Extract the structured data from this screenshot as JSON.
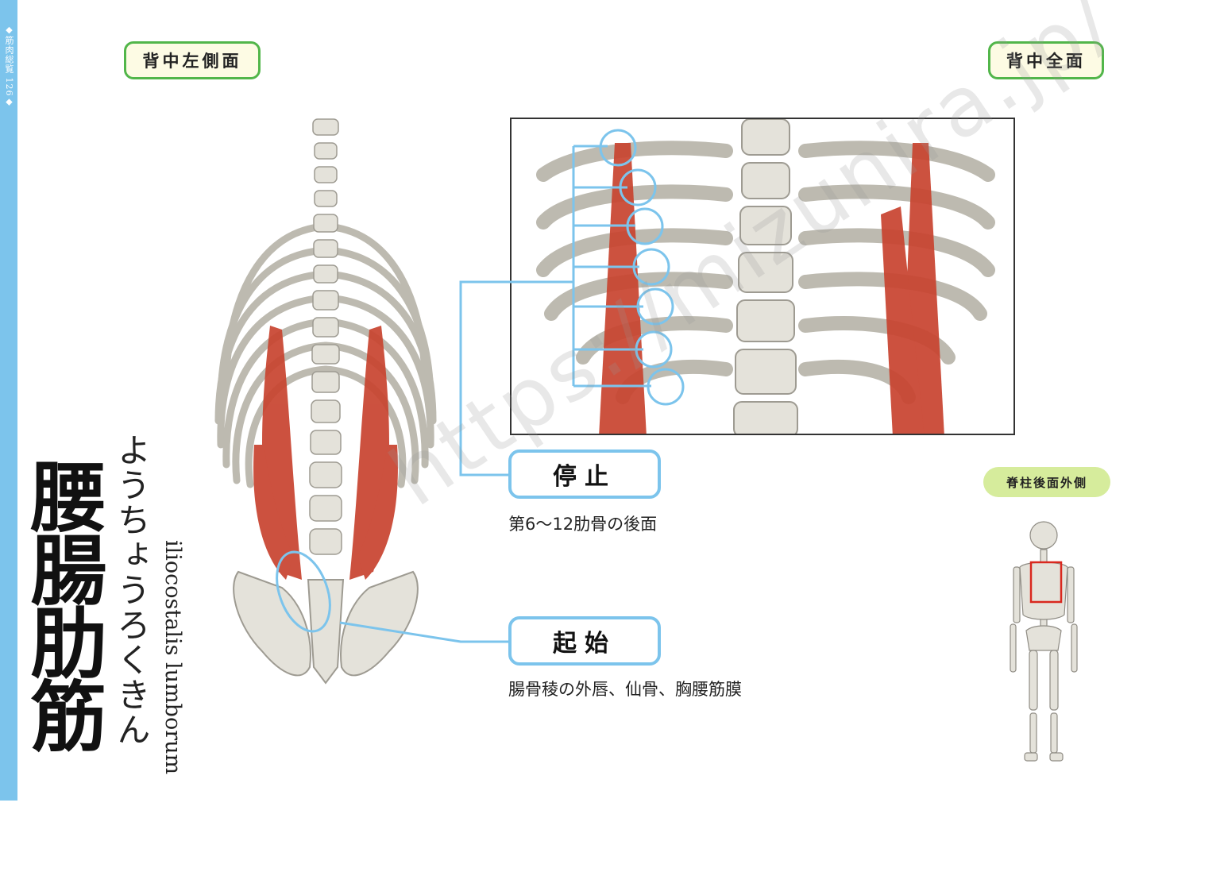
{
  "page": {
    "side_tab": "◆筋肉総覧 126◆",
    "watermark": "https://mizunira.jp/"
  },
  "views": {
    "left_label": "背中左側面",
    "right_label": "背中全面"
  },
  "muscle": {
    "name_jp": "腰腸肋筋",
    "reading": "ようちょうろくきん",
    "name_latin": "iliocostalis lumborum"
  },
  "insertion": {
    "title": "停止",
    "description": "第6〜12肋骨の後面"
  },
  "origin": {
    "title": "起始",
    "description": "腸骨稜の外唇、仙骨、胸腰筋膜"
  },
  "locator": {
    "label": "脊柱後面外側"
  },
  "colors": {
    "accent_blue": "#7cc4ec",
    "label_green": "#52b64a",
    "muscle_red": "#c8432f",
    "bone": "#e4e2da"
  },
  "icons": {
    "main": "spine-ribcage-pelvis-illustration",
    "detail": "rib-insertion-detail-illustration",
    "locator": "full-skeleton-icon"
  }
}
